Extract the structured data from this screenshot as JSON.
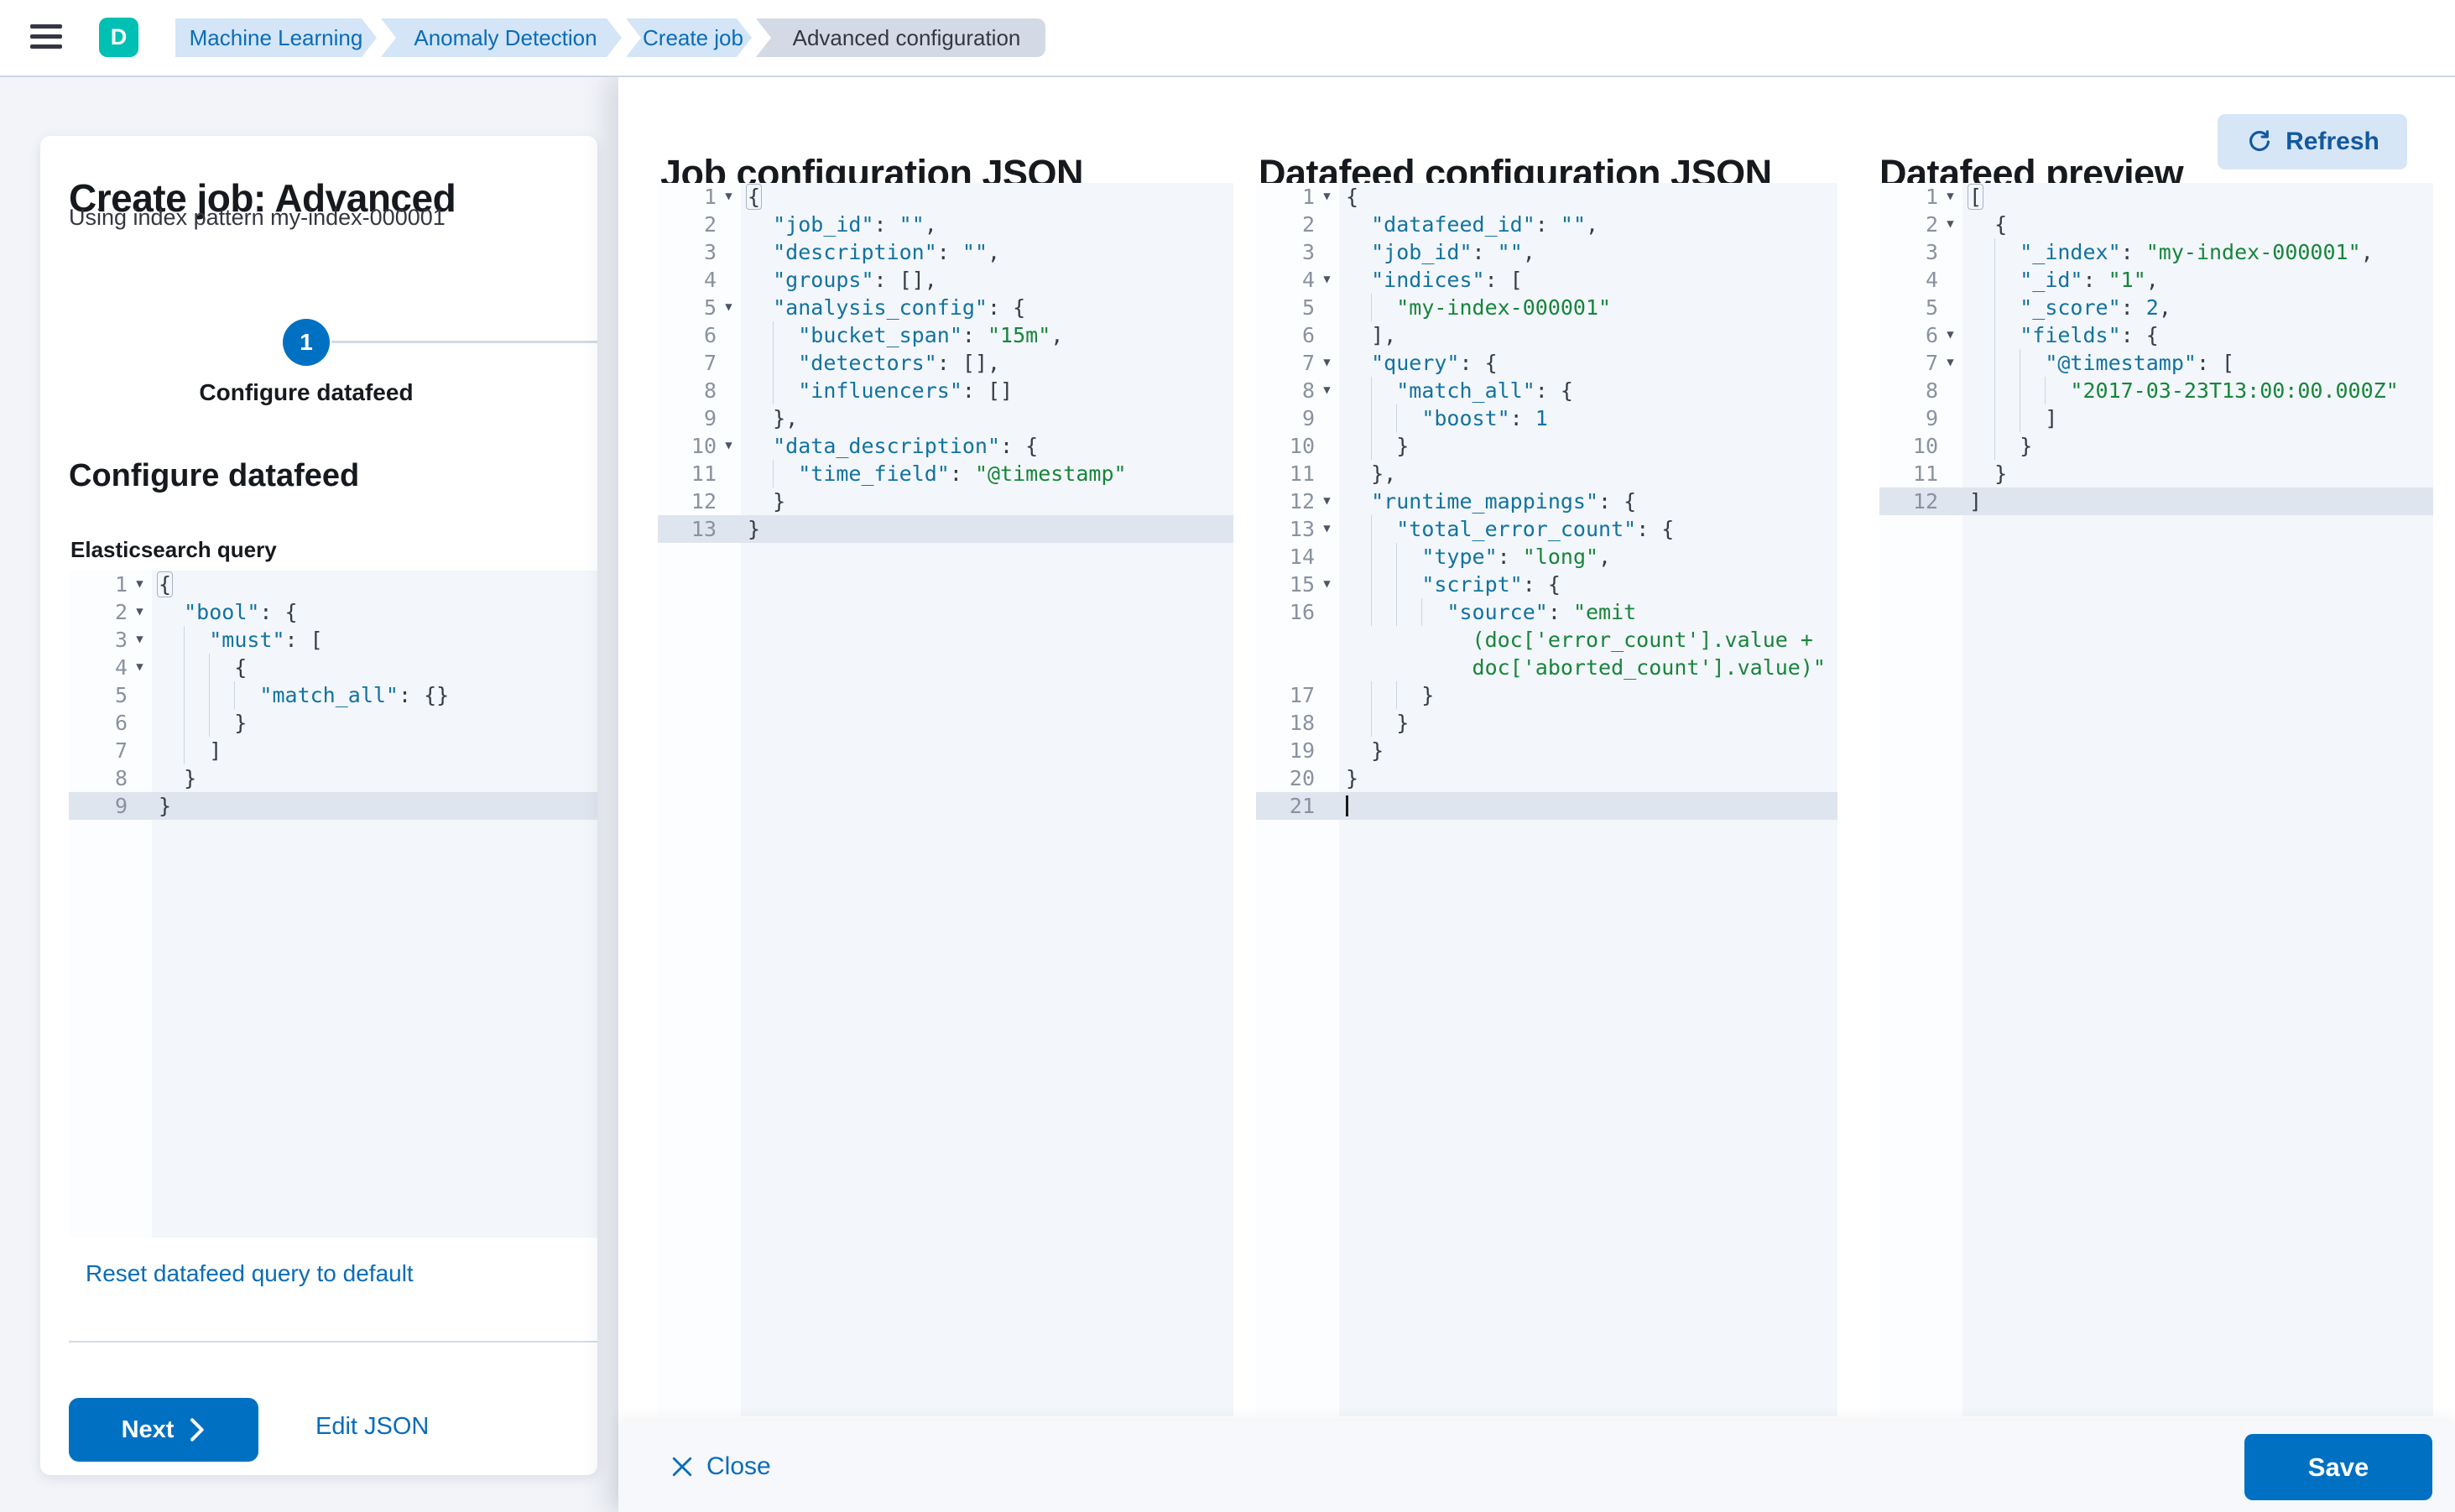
{
  "topbar": {
    "avatar_initial": "D",
    "breadcrumbs": [
      {
        "label": "Machine Learning",
        "current": false
      },
      {
        "label": "Anomaly Detection",
        "current": false
      },
      {
        "label": "Create job",
        "current": false
      },
      {
        "label": "Advanced configuration",
        "current": true
      }
    ]
  },
  "wizard": {
    "title": "Create job: Advanced",
    "subtitle": "Using index pattern my-index-000001",
    "step_number": "1",
    "step_label": "Configure datafeed",
    "section_heading": "Configure datafeed",
    "query_label": "Elasticsearch query",
    "reset_link": "Reset datafeed query to default",
    "next_button": "Next",
    "edit_json_button": "Edit JSON",
    "query_editor": {
      "lines": [
        {
          "n": "1",
          "f": 1,
          "b": 1,
          "t": "{"
        },
        {
          "n": "2",
          "f": 1,
          "t": "  \"bool\": {"
        },
        {
          "n": "3",
          "f": 1,
          "t": "    \"must\": ["
        },
        {
          "n": "4",
          "f": 1,
          "t": "      {"
        },
        {
          "n": "5",
          "t": "        \"match_all\": {}"
        },
        {
          "n": "6",
          "t": "      }"
        },
        {
          "n": "7",
          "t": "    ]"
        },
        {
          "n": "8",
          "t": "  }"
        },
        {
          "n": "9",
          "h": 1,
          "t": "}"
        }
      ]
    }
  },
  "flyout": {
    "job_panel": {
      "title": "Job configuration JSON",
      "editor": {
        "lines": [
          {
            "n": "1",
            "f": 1,
            "b": 1,
            "t": "{"
          },
          {
            "n": "2",
            "t": "  \"job_id\": \"\","
          },
          {
            "n": "3",
            "t": "  \"description\": \"\","
          },
          {
            "n": "4",
            "t": "  \"groups\": [],"
          },
          {
            "n": "5",
            "f": 1,
            "t": "  \"analysis_config\": {"
          },
          {
            "n": "6",
            "t": "    \"bucket_span\": \"15m\","
          },
          {
            "n": "7",
            "t": "    \"detectors\": [],"
          },
          {
            "n": "8",
            "t": "    \"influencers\": []"
          },
          {
            "n": "9",
            "t": "  },"
          },
          {
            "n": "10",
            "f": 1,
            "t": "  \"data_description\": {"
          },
          {
            "n": "11",
            "t": "    \"time_field\": \"@timestamp\""
          },
          {
            "n": "12",
            "t": "  }"
          },
          {
            "n": "13",
            "h": 1,
            "t": "}"
          }
        ]
      }
    },
    "datafeed_panel": {
      "title": "Datafeed configuration JSON",
      "editor": {
        "lines": [
          {
            "n": "1",
            "f": 1,
            "t": "{"
          },
          {
            "n": "2",
            "t": "  \"datafeed_id\": \"\","
          },
          {
            "n": "3",
            "t": "  \"job_id\": \"\","
          },
          {
            "n": "4",
            "f": 1,
            "t": "  \"indices\": ["
          },
          {
            "n": "5",
            "t": "    \"my-index-000001\""
          },
          {
            "n": "6",
            "t": "  ],"
          },
          {
            "n": "7",
            "f": 1,
            "t": "  \"query\": {"
          },
          {
            "n": "8",
            "f": 1,
            "t": "    \"match_all\": {"
          },
          {
            "n": "9",
            "t": "      \"boost\": 1"
          },
          {
            "n": "10",
            "t": "    }"
          },
          {
            "n": "11",
            "t": "  },"
          },
          {
            "n": "12",
            "f": 1,
            "t": "  \"runtime_mappings\": {"
          },
          {
            "n": "13",
            "f": 1,
            "t": "    \"total_error_count\": {"
          },
          {
            "n": "14",
            "t": "      \"type\": \"long\","
          },
          {
            "n": "15",
            "f": 1,
            "t": "      \"script\": {"
          },
          {
            "n": "16",
            "t": "        \"source\": \"emit"
          },
          {
            "n": "",
            "s": 1,
            "t": "          (doc['error_count'].value +"
          },
          {
            "n": "",
            "s": 1,
            "t": "          doc['aborted_count'].value)\""
          },
          {
            "n": "17",
            "t": "      }"
          },
          {
            "n": "18",
            "t": "    }"
          },
          {
            "n": "19",
            "t": "  }"
          },
          {
            "n": "20",
            "t": "}"
          },
          {
            "n": "21",
            "h": 1,
            "c": 1,
            "t": ""
          }
        ]
      }
    },
    "preview_panel": {
      "title": "Datafeed preview",
      "refresh_button": "Refresh",
      "editor": {
        "lines": [
          {
            "n": "1",
            "f": 1,
            "b": 1,
            "t": "["
          },
          {
            "n": "2",
            "f": 1,
            "t": "  {"
          },
          {
            "n": "3",
            "t": "    \"_index\": \"my-index-000001\","
          },
          {
            "n": "4",
            "t": "    \"_id\": \"1\","
          },
          {
            "n": "5",
            "t": "    \"_score\": 2,"
          },
          {
            "n": "6",
            "f": 1,
            "t": "    \"fields\": {"
          },
          {
            "n": "7",
            "f": 1,
            "t": "      \"@timestamp\": ["
          },
          {
            "n": "8",
            "t": "        \"2017-03-23T13:00:00.000Z\""
          },
          {
            "n": "9",
            "t": "      ]"
          },
          {
            "n": "10",
            "t": "    }"
          },
          {
            "n": "11",
            "t": "  }"
          },
          {
            "n": "12",
            "h": 1,
            "t": "]"
          }
        ]
      }
    },
    "footer": {
      "close_button": "Close",
      "save_button": "Save"
    }
  },
  "colors": {
    "primary_button": "#0071c2",
    "link_blue": "#0a6cb8",
    "avatar_green": "#00bfb3",
    "breadcrumb_blue_bg": "#d3e5f6",
    "breadcrumb_gray_bg": "#d3dae6",
    "code_key": "#1173a0",
    "code_string": "#17853b",
    "code_number": "#1173a0",
    "line_highlight": "#dee5ef",
    "editor_bg": "#f3f6fa"
  }
}
